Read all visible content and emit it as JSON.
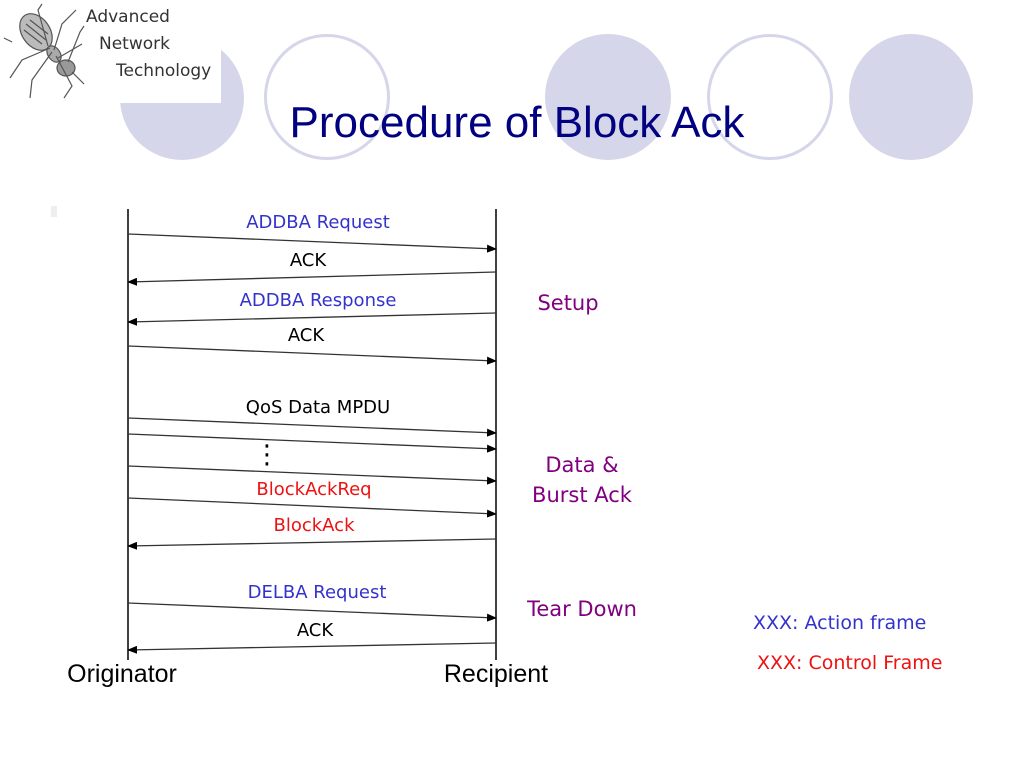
{
  "logo": {
    "lines": [
      "Advanced",
      "Network",
      "Technology"
    ],
    "icon": "ant-icon"
  },
  "title": "Procedure of Block Ack",
  "colors": {
    "title": "#000080",
    "action_frame": "#3333cc",
    "control_frame": "#ee1111",
    "data_frame": "#000000",
    "phase": "#800080",
    "decor": "#d6d6ea"
  },
  "diagram": {
    "endpoints": {
      "left": "Originator",
      "right": "Recipient"
    },
    "messages": [
      {
        "label": "ADDBA Request",
        "direction": "right",
        "kind": "action_frame"
      },
      {
        "label": "ACK",
        "direction": "left",
        "kind": "data_frame"
      },
      {
        "label": "ADDBA Response",
        "direction": "left",
        "kind": "action_frame"
      },
      {
        "label": "ACK",
        "direction": "right",
        "kind": "data_frame"
      },
      {
        "label": "QoS Data MPDU",
        "direction": "right",
        "kind": "data_frame"
      },
      {
        "label": "",
        "direction": "right",
        "kind": "data_frame"
      },
      {
        "label": "",
        "direction": "right",
        "kind": "data_frame"
      },
      {
        "label": "BlockAckReq",
        "direction": "right",
        "kind": "control_frame"
      },
      {
        "label": "BlockAck",
        "direction": "left",
        "kind": "control_frame"
      },
      {
        "label": "DELBA Request",
        "direction": "right",
        "kind": "action_frame"
      },
      {
        "label": "ACK",
        "direction": "left",
        "kind": "data_frame"
      }
    ],
    "ellipsis": "⋮",
    "phases": [
      {
        "label": "Setup"
      },
      {
        "label": "Data &\nBurst Ack"
      },
      {
        "label": "Tear Down"
      }
    ]
  },
  "legend": [
    {
      "text": "XXX: Action frame",
      "kind": "action_frame"
    },
    {
      "text": "XXX: Control Frame",
      "kind": "control_frame"
    }
  ]
}
